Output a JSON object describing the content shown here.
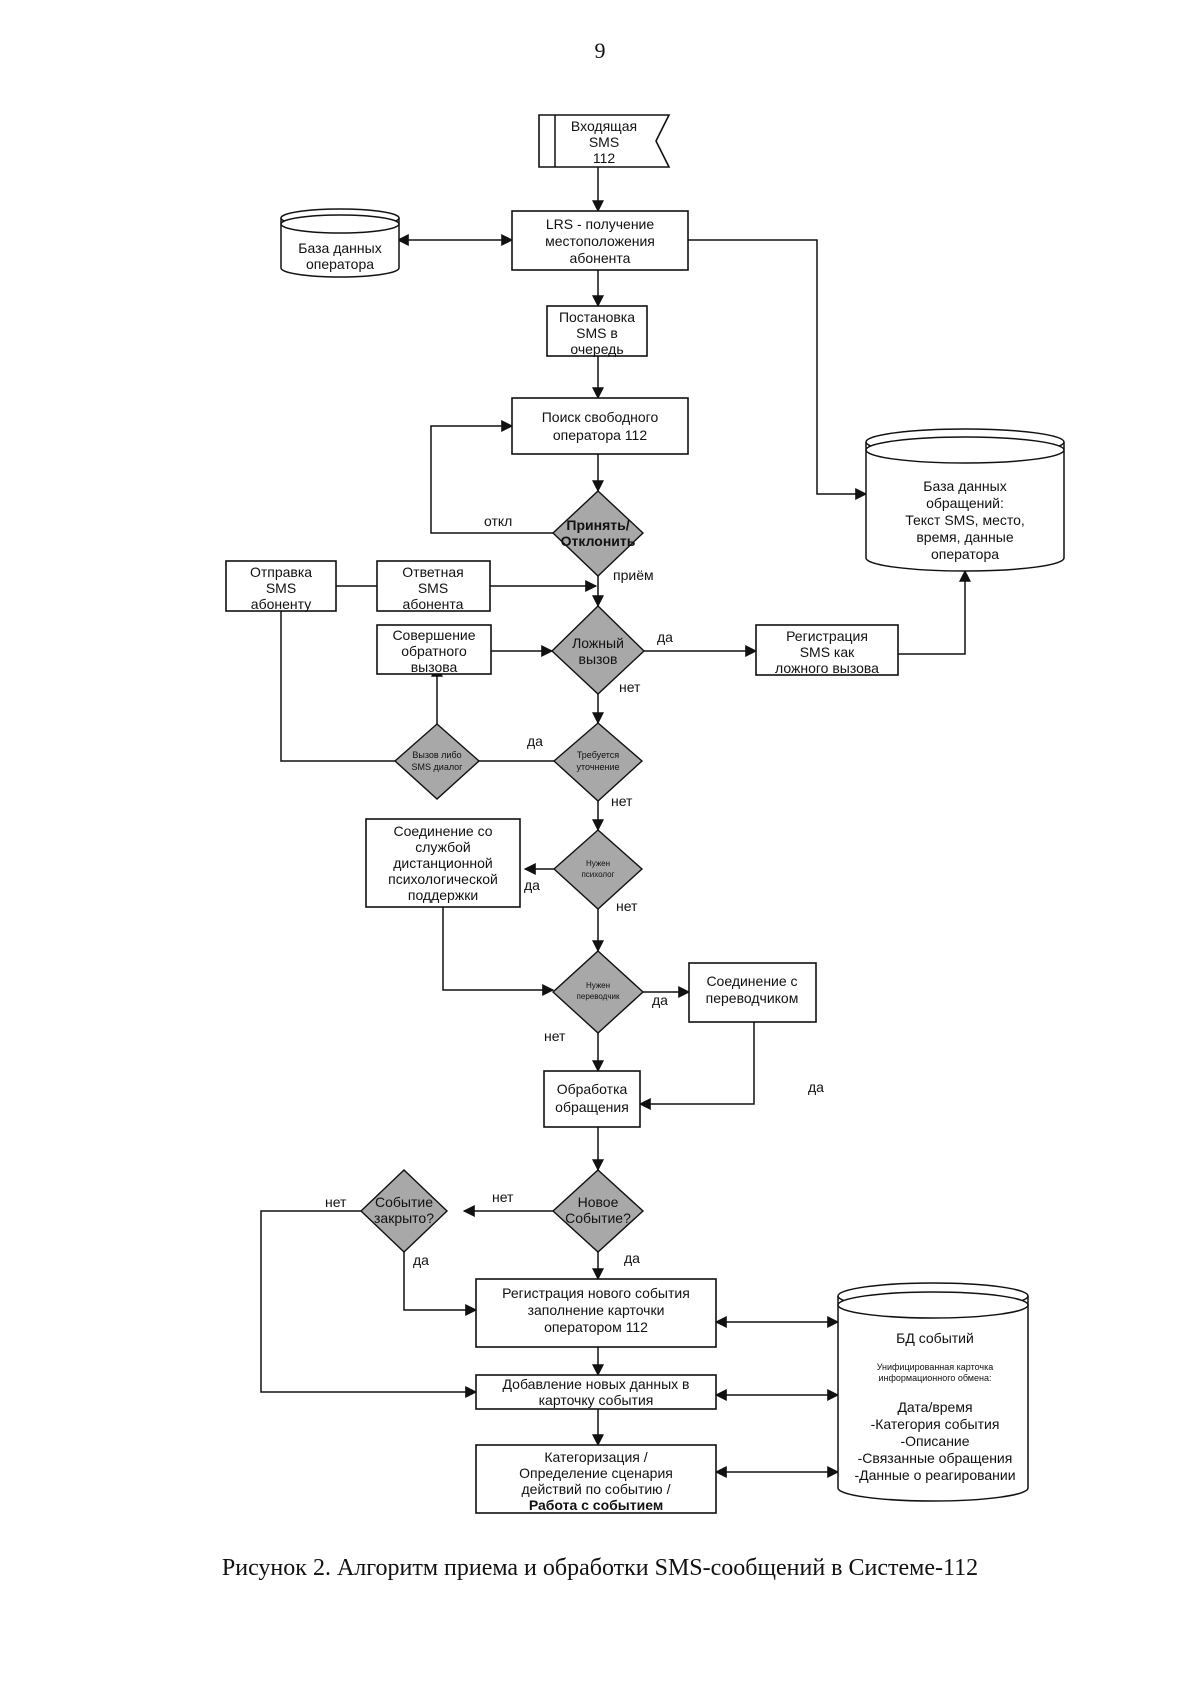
{
  "page_number": "9",
  "caption": "Рисунок 2. Алгоритм приема и обработки SMS-сообщений в Системе-112",
  "nodes": {
    "incoming_sms": [
      "Входящая",
      "SMS",
      "112"
    ],
    "lrs": [
      "LRS -  получение",
      "местоположения",
      "абонента"
    ],
    "operator_db": [
      "База данных",
      "оператора"
    ],
    "queue": [
      "Постановка",
      "SMS в",
      "очередь"
    ],
    "search_operator": [
      "Поиск свободного",
      "оператора 112"
    ],
    "accept_reject": [
      "Принять/",
      "Отклонить"
    ],
    "appeals_db": [
      "База данных",
      "обращений:",
      "Текст SMS, место,",
      "время, данные",
      "оператора"
    ],
    "send_sms": [
      "Отправка",
      "SMS",
      "абоненту"
    ],
    "reply_sms": [
      "Ответная",
      "SMS",
      "абонента"
    ],
    "callback": [
      "Совершение",
      "обратного",
      "вызова"
    ],
    "false_call": [
      "Ложный",
      "вызов"
    ],
    "register_false": [
      "Регистрация",
      "SMS как",
      "ложного вызова"
    ],
    "call_or_sms": [
      "Вызов либо",
      "SMS диалог"
    ],
    "clarify": [
      "Требуется",
      "уточнение"
    ],
    "psych_service": [
      "Соединение со",
      "службой",
      "дистанционной",
      "психологической",
      "поддержки"
    ],
    "need_psych": [
      "Нужен",
      "психолог"
    ],
    "need_translator": [
      "Нужен",
      "переводчик"
    ],
    "translator": [
      "Соединение с",
      "переводчиком"
    ],
    "processing": [
      "Обработка",
      "обращения"
    ],
    "new_event": [
      "Новое",
      "Событие?"
    ],
    "event_closed": [
      "Событие",
      "закрыто?"
    ],
    "register_event": [
      "Регистрация нового события",
      "заполнение карточки",
      "оператором 112"
    ],
    "add_data": [
      "Добавление новых данных в",
      "карточку события"
    ],
    "categorize": [
      "Категоризация /",
      "Определение сценария",
      "действий по событию /"
    ],
    "categorize_bold": "Работа с событием",
    "events_db": {
      "title": "БД событий",
      "subtitle": [
        "Унифицированная карточка",
        "информационного обмена:"
      ],
      "items": [
        "Дата/время",
        "-Категория события",
        "-Описание",
        "-Связанные обращения",
        "-Данные о реагировании"
      ]
    }
  },
  "edge_labels": {
    "otkl": "откл",
    "priem": "приём",
    "da": "да",
    "net": "нет"
  }
}
